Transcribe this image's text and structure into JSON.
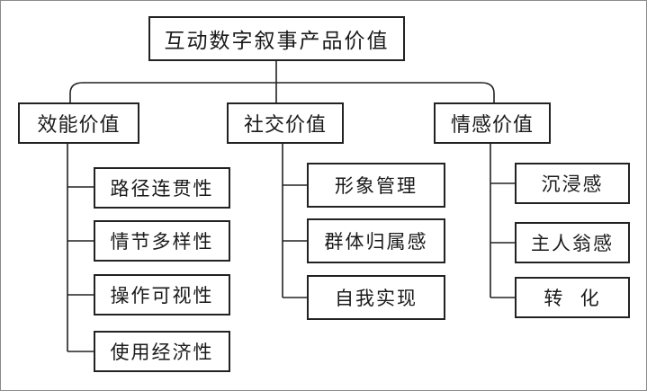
{
  "root": "互动数字叙事产品价值",
  "categories": [
    {
      "label": "效能价值",
      "items": [
        "路径连贯性",
        "情节多样性",
        "操作可视性",
        "使用经济性"
      ]
    },
    {
      "label": "社交价值",
      "items": [
        "形象管理",
        "群体归属感",
        "自我实现"
      ]
    },
    {
      "label": "情感价值",
      "items": [
        "沉浸感",
        "主人翁感",
        "转  化"
      ]
    }
  ]
}
